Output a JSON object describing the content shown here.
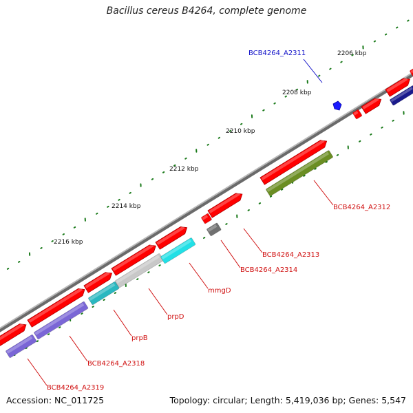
{
  "header": {
    "title": "Bacillus cereus B4264, complete genome"
  },
  "footer": {
    "accession": "Accession: NC_011725",
    "summary": "Topology: circular; Length: 5,419,036 bp; Genes: 5,547"
  },
  "map": {
    "ticks": [
      "2206 kbp",
      "2208 kbp",
      "2210 kbp",
      "2212 kbp",
      "2214 kbp",
      "2216 kbp"
    ],
    "gene_labels": [
      {
        "text": "BCB4264_A2311",
        "color": "#1010c8"
      },
      {
        "text": "BCB4264_A2312",
        "color": "#d01010"
      },
      {
        "text": "BCB4264_A2313",
        "color": "#d01010"
      },
      {
        "text": "BCB4264_A2314",
        "color": "#d01010"
      },
      {
        "text": "mmgD",
        "color": "#d01010"
      },
      {
        "text": "prpD",
        "color": "#d01010"
      },
      {
        "text": "prpB",
        "color": "#d01010"
      },
      {
        "text": "BCB4264_A2318",
        "color": "#d01010"
      },
      {
        "text": "BCB4264_A2319",
        "color": "#d01010"
      }
    ],
    "colors": {
      "backbone": "#8c8c8c",
      "cds": "#ff0000",
      "cds_edge": "#b00000",
      "tick": "#1a7a1a",
      "blue": "#1a1aff",
      "purple": "#7a66d6",
      "cyan": "#22e0e6",
      "teal": "#2ab8c0",
      "gray": "#c8c8c8",
      "darkgray": "#707070",
      "olive": "#6b8e23",
      "navy": "#1a1a8c"
    }
  }
}
